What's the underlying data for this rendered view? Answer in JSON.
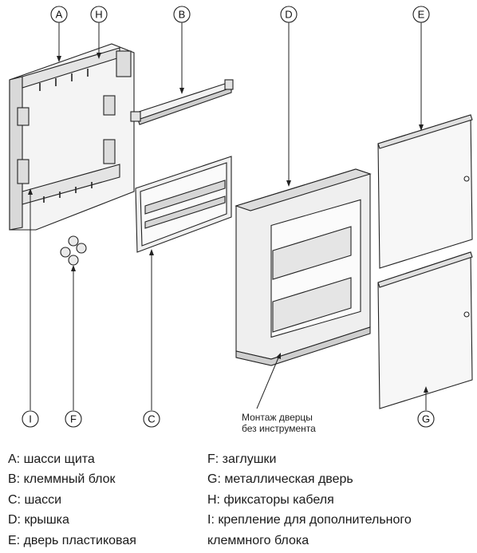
{
  "labels": {
    "A": "A",
    "B": "B",
    "C": "C",
    "D": "D",
    "E": "E",
    "F": "F",
    "G": "G",
    "H": "H",
    "I": "I"
  },
  "callout": {
    "line1": "Монтаж дверцы",
    "line2": "без инструмента"
  },
  "legend": {
    "left": [
      "A: шасси щита",
      "B: клеммный блок",
      "C: шасси",
      "D: крышка",
      "E: дверь пластиковая"
    ],
    "right": [
      "F: заглушки",
      "G: металлическая дверь",
      "H: фиксаторы кабеля",
      "I: крепление для дополнительного",
      "клеммного блока"
    ]
  }
}
